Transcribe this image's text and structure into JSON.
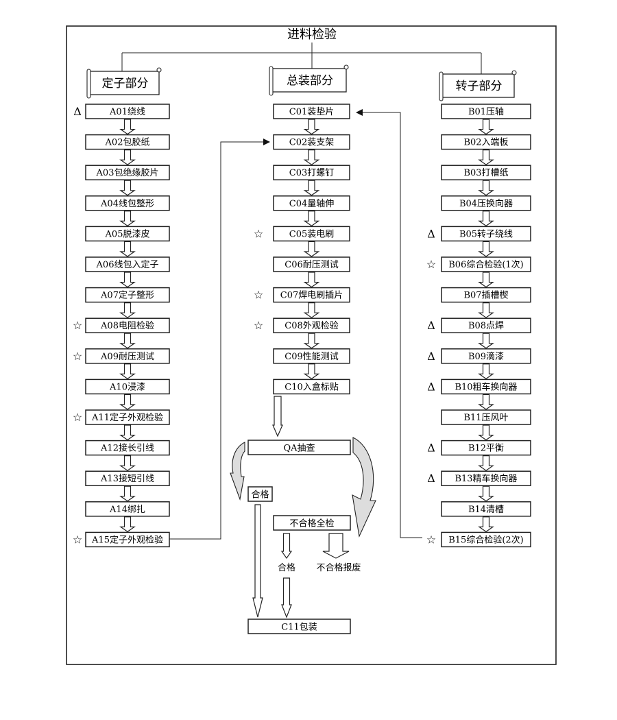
{
  "title": "进料检验",
  "sections": {
    "stator": {
      "label": "定子部分"
    },
    "assembly": {
      "label": "总装部分"
    },
    "rotor": {
      "label": "转子部分"
    }
  },
  "stator_steps": [
    {
      "label": "A01绕线",
      "mark": "Δ"
    },
    {
      "label": "A02包胶纸",
      "mark": ""
    },
    {
      "label": "A03包绝缘胶片",
      "mark": ""
    },
    {
      "label": "A04线包整形",
      "mark": ""
    },
    {
      "label": "A05脱漆皮",
      "mark": ""
    },
    {
      "label": "A06线包入定子",
      "mark": ""
    },
    {
      "label": "A07定子整形",
      "mark": ""
    },
    {
      "label": "A08电阻检验",
      "mark": "☆"
    },
    {
      "label": "A09耐压测试",
      "mark": "☆"
    },
    {
      "label": "A10浸漆",
      "mark": ""
    },
    {
      "label": "A11定子外观检验",
      "mark": "☆"
    },
    {
      "label": "A12接长引线",
      "mark": ""
    },
    {
      "label": "A13接短引线",
      "mark": ""
    },
    {
      "label": "A14绑扎",
      "mark": ""
    },
    {
      "label": "A15定子外观检验",
      "mark": "☆"
    }
  ],
  "assembly_steps": [
    {
      "label": "C01装垫片",
      "mark": ""
    },
    {
      "label": "C02装支架",
      "mark": ""
    },
    {
      "label": "C03打螺钉",
      "mark": ""
    },
    {
      "label": "C04量轴伸",
      "mark": ""
    },
    {
      "label": "C05装电刷",
      "mark": "☆"
    },
    {
      "label": "C06耐压测试",
      "mark": ""
    },
    {
      "label": "C07焊电刷插片",
      "mark": "☆"
    },
    {
      "label": "C08外观检验",
      "mark": "☆"
    },
    {
      "label": "C09性能测试",
      "mark": ""
    },
    {
      "label": "C10入盒标贴",
      "mark": ""
    }
  ],
  "rotor_steps": [
    {
      "label": "B01压轴",
      "mark": ""
    },
    {
      "label": "B02入端板",
      "mark": ""
    },
    {
      "label": "B03打槽纸",
      "mark": ""
    },
    {
      "label": "B04压换向器",
      "mark": ""
    },
    {
      "label": "B05转子绕线",
      "mark": "Δ"
    },
    {
      "label": "B06综合检验(1次)",
      "mark": "☆"
    },
    {
      "label": "B07插槽楔",
      "mark": ""
    },
    {
      "label": "B08点焊",
      "mark": "Δ"
    },
    {
      "label": "B09滴漆",
      "mark": "Δ"
    },
    {
      "label": "B10粗车换向器",
      "mark": "Δ"
    },
    {
      "label": "B11压风叶",
      "mark": ""
    },
    {
      "label": "B12平衡",
      "mark": "Δ"
    },
    {
      "label": "B13精车换向器",
      "mark": "Δ"
    },
    {
      "label": "B14清槽",
      "mark": ""
    },
    {
      "label": "B15综合检验(2次)",
      "mark": "☆"
    }
  ],
  "qa": {
    "sampling": "QA抽查",
    "pass": "合格",
    "full_inspection": "不合格全检",
    "pass_after_full": "合格",
    "scrap": "不合格报废",
    "packaging": "C11包装"
  }
}
